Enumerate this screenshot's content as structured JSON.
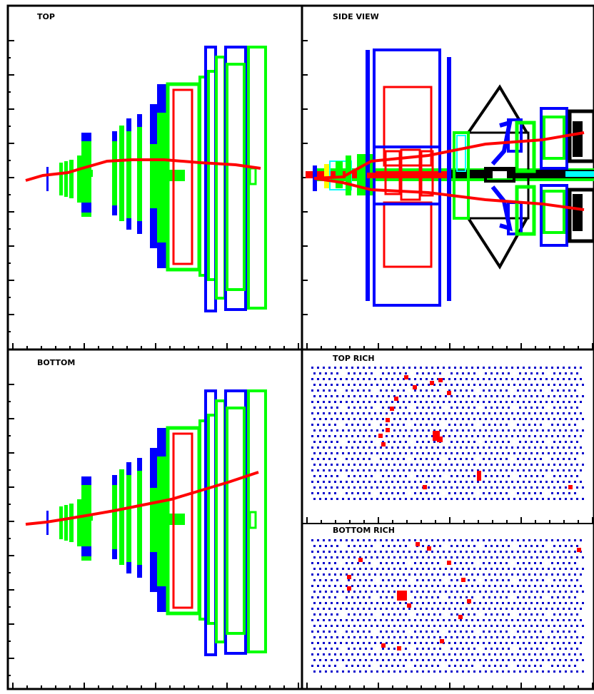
{
  "panels": {
    "top": {
      "label": "TOP"
    },
    "side_view": {
      "label": "SIDE VIEW"
    },
    "bottom": {
      "label": "BOTTOM"
    },
    "top_rich": {
      "label": "TOP RICH"
    },
    "bottom_rich": {
      "label": "BOTTOM RICH"
    }
  },
  "colors": {
    "frame": "#000000",
    "blue": "#0000ff",
    "green": "#00ff00",
    "red": "#ff0000",
    "cyan": "#00ffff",
    "yellow": "#ffff00",
    "rich_dot": "#0000cc"
  }
}
